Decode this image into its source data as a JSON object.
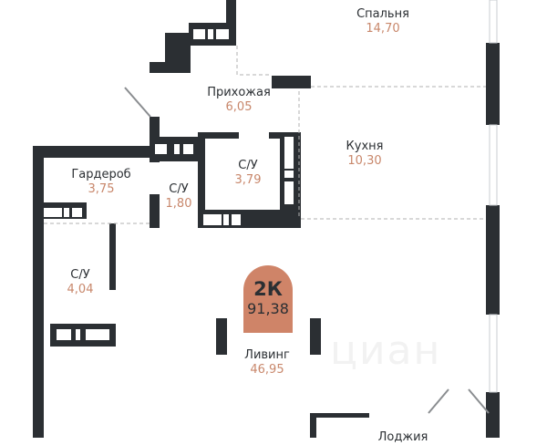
{
  "colors": {
    "wall": "#2b2f33",
    "area_text": "#c8876b",
    "badge": "#cf8468",
    "dashed": "#b0b0b0"
  },
  "rooms": [
    {
      "name": "Спальня",
      "area": "14,70"
    },
    {
      "name": "Прихожая",
      "area": "6,05"
    },
    {
      "name": "Кухня",
      "area": "10,30"
    },
    {
      "name": "Гардероб",
      "area": "3,75"
    },
    {
      "name": "С/У",
      "area": "1,80"
    },
    {
      "name": "С/У",
      "area": "3,79"
    },
    {
      "name": "С/У",
      "area": "4,04"
    },
    {
      "name": "Ливинг",
      "area": "46,95"
    },
    {
      "name": "Лоджия",
      "area": ""
    }
  ],
  "badge": {
    "type": "2К",
    "total_area": "91,38"
  },
  "watermark": "циан"
}
